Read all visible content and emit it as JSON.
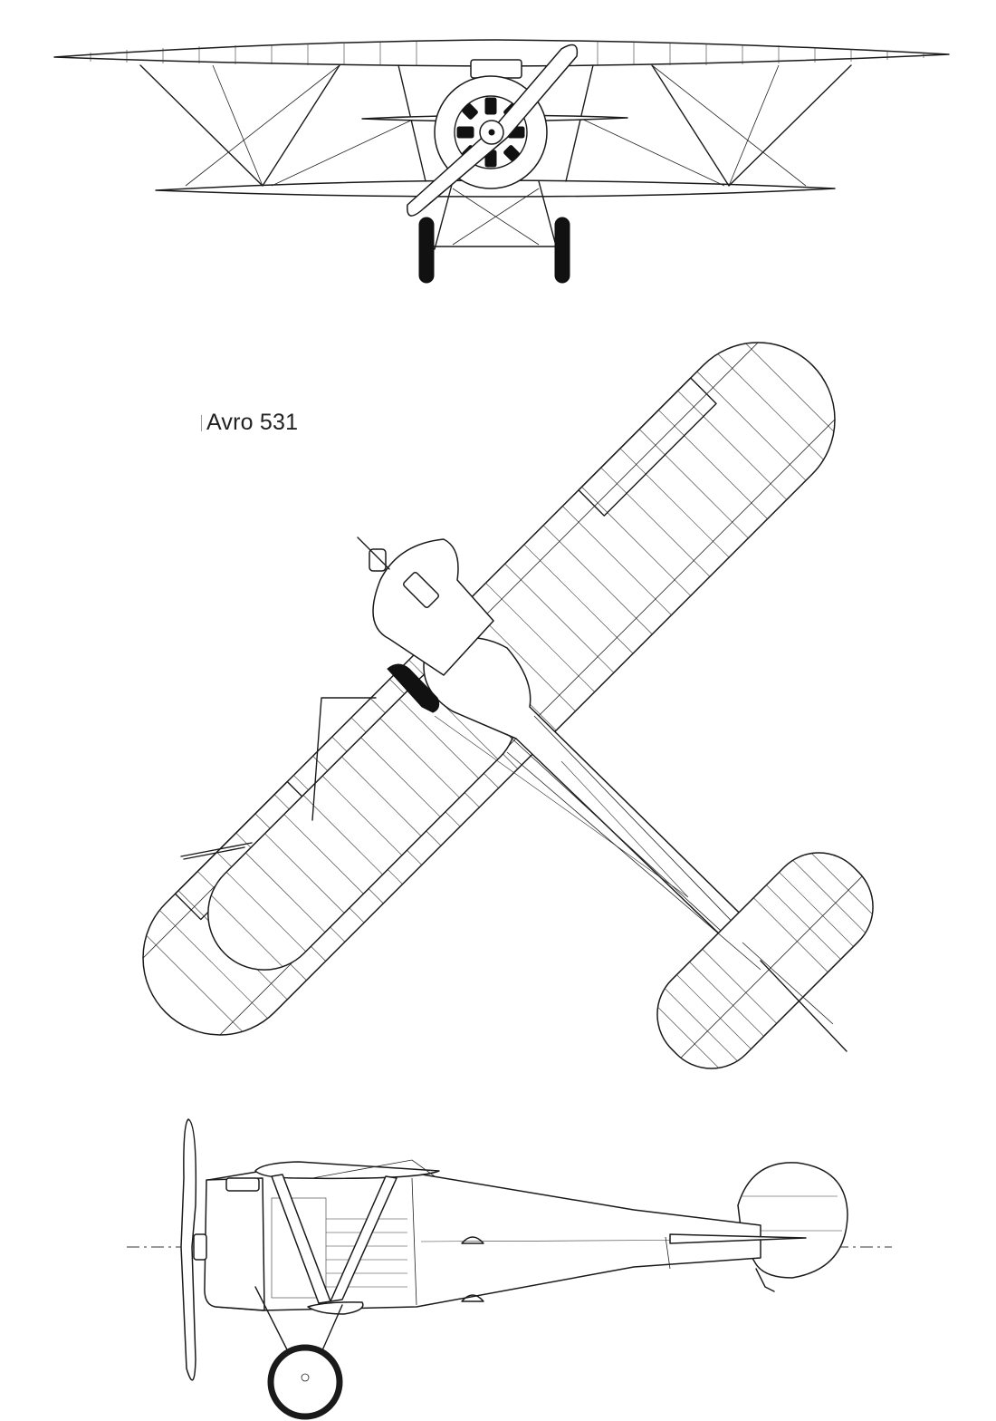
{
  "drawing": {
    "title": "Avro 531",
    "views": [
      "front-view",
      "top-view",
      "side-view"
    ]
  }
}
